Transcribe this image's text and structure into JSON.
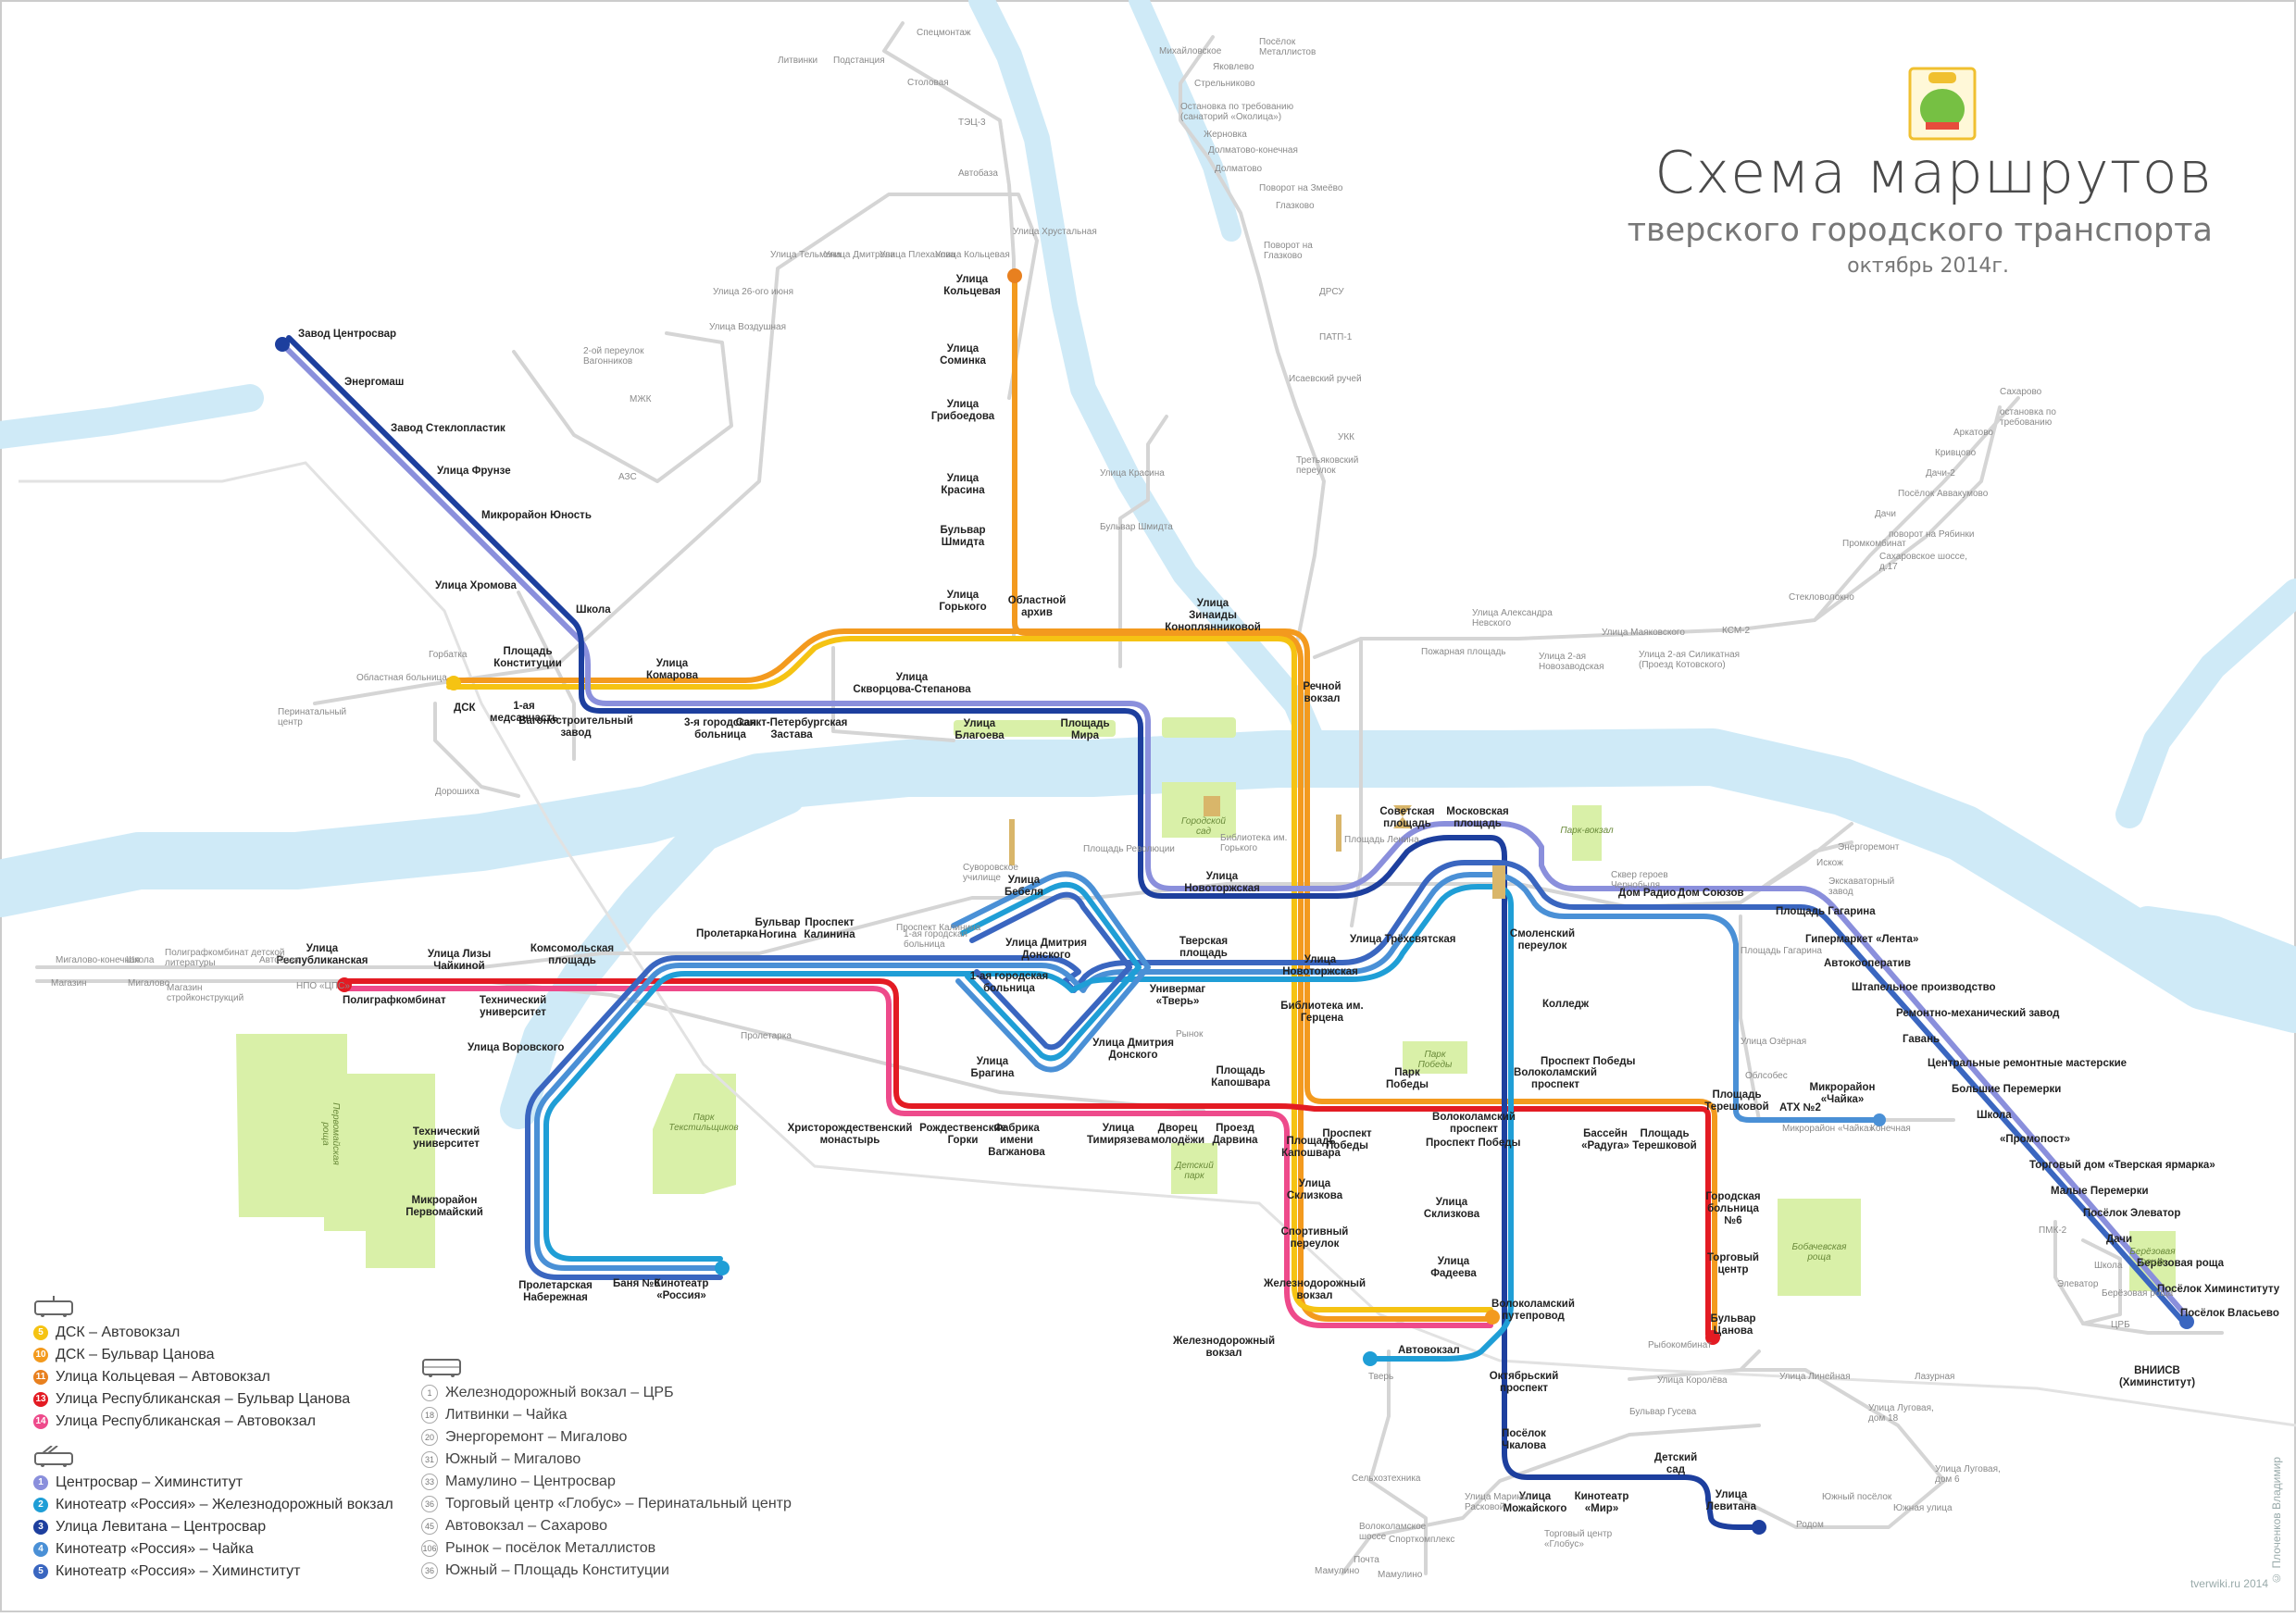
{
  "title": {
    "main": "Схема маршрутов",
    "sub": "тверского городского транспорта",
    "date": "октябрь 2014г."
  },
  "credit": "tverwiki.ru 2014",
  "credit_author": "© Плоченков Владимир",
  "colors": {
    "water": "#cfeaf7",
    "park": "#d9f0a8",
    "road": "#dddddd",
    "tram5": "#f5c313",
    "tram10": "#f39a1e",
    "tram11": "#e8801f",
    "tram13": "#e31b23",
    "tram14": "#ee4a8b",
    "tb1": "#8a8fdc",
    "tb2": "#1f9ed6",
    "tb3": "#1d3f9e",
    "tb4": "#4a90d6",
    "tb5": "#3a66c0"
  },
  "legend": {
    "tram": [
      {
        "num": "5",
        "color": "#f5c313",
        "label": "ДСК – Автовокзал"
      },
      {
        "num": "10",
        "color": "#f39a1e",
        "label": "ДСК – Бульвар Цанова"
      },
      {
        "num": "11",
        "color": "#e8801f",
        "label": "Улица Кольцевая – Автовокзал"
      },
      {
        "num": "13",
        "color": "#e31b23",
        "label": "Улица Республиканская – Бульвар Цанова"
      },
      {
        "num": "14",
        "color": "#ee4a8b",
        "label": "Улица Республиканская – Автовокзал"
      }
    ],
    "trolleybus": [
      {
        "num": "1",
        "color": "#8a8fdc",
        "label": "Центросвар – Химинститут"
      },
      {
        "num": "2",
        "color": "#1f9ed6",
        "label": "Кинотеатр «Россия» – Железнодорожный вокзал"
      },
      {
        "num": "3",
        "color": "#1d3f9e",
        "label": "Улица Левитана – Центросвар"
      },
      {
        "num": "4",
        "color": "#4a90d6",
        "label": "Кинотеатр «Россия» – Чайка"
      },
      {
        "num": "5",
        "color": "#3a66c0",
        "label": "Кинотеатр «Россия» – Химинститут"
      }
    ],
    "bus": [
      {
        "num": "1",
        "label": "Железнодорожный вокзал – ЦРБ"
      },
      {
        "num": "18",
        "label": "Литвинки – Чайка"
      },
      {
        "num": "20",
        "label": "Энергоремонт – Мигалово"
      },
      {
        "num": "31",
        "label": "Южный – Мигалово"
      },
      {
        "num": "33",
        "label": "Мамулино – Центросвар"
      },
      {
        "num": "36",
        "label": "Торговый центр «Глобус» – Перинатальный центр"
      },
      {
        "num": "45",
        "label": "Автовокзал – Сахарово"
      },
      {
        "num": "106",
        "label": "Рынок – посёлок Металлистов"
      },
      {
        "num": "36",
        "label": "Южный – Площадь Конституции"
      }
    ]
  },
  "stations": [
    {
      "id": "s1",
      "label": "Завод Центросвар"
    },
    {
      "id": "s2",
      "label": "Энергомаш"
    },
    {
      "id": "s3",
      "label": "Завод Стеклопластик"
    },
    {
      "id": "s4",
      "label": "Улица Фрунзе"
    },
    {
      "id": "s5",
      "label": "Микрорайон Юность"
    },
    {
      "id": "s6",
      "label": "Улица Хромова"
    },
    {
      "id": "s7",
      "label": "Школа"
    },
    {
      "id": "s8",
      "label": "Площадь Конституции"
    },
    {
      "id": "s9",
      "label": "ДСК"
    },
    {
      "id": "s10",
      "label": "1-ая медсанчасть"
    },
    {
      "id": "s11",
      "label": "Вагоностроительный завод"
    },
    {
      "id": "s12",
      "label": "Улица Комарова"
    },
    {
      "id": "s13",
      "label": "3-я городская больница"
    },
    {
      "id": "s14",
      "label": "Санкт-Петербургская Застава"
    },
    {
      "id": "s15",
      "label": "Улица Скворцова-Степанова"
    },
    {
      "id": "s16",
      "label": "Улица Благоева"
    },
    {
      "id": "s17",
      "label": "Площадь Мира"
    },
    {
      "id": "s18",
      "label": "Областной архив"
    },
    {
      "id": "s19",
      "label": "Улица Горького"
    },
    {
      "id": "s20",
      "label": "Бульвар Шмидта"
    },
    {
      "id": "s21",
      "label": "Улица Красина"
    },
    {
      "id": "s22",
      "label": "Улица Грибоедова"
    },
    {
      "id": "s23",
      "label": "Улица Соминка"
    },
    {
      "id": "s24",
      "label": "Улица Кольцевая"
    },
    {
      "id": "s25",
      "label": "Улица Зинаиды Коноплянниковой"
    },
    {
      "id": "s26",
      "label": "Речной вокзал"
    },
    {
      "id": "s27",
      "label": "Советская площадь"
    },
    {
      "id": "s28",
      "label": "Московская площадь"
    },
    {
      "id": "s29",
      "label": "Дом Радио"
    },
    {
      "id": "s30",
      "label": "Дом Союзов"
    },
    {
      "id": "s31",
      "label": "Площадь Гагарина"
    },
    {
      "id": "s32",
      "label": "Гипермаркет «Лента»"
    },
    {
      "id": "s33",
      "label": "Автокооператив"
    },
    {
      "id": "s34",
      "label": "Штапельное производство"
    },
    {
      "id": "s35",
      "label": "Ремонтно-механический завод"
    },
    {
      "id": "s36",
      "label": "Гавань"
    },
    {
      "id": "s37",
      "label": "Центральные ремонтные мастерские"
    },
    {
      "id": "s38",
      "label": "Большие Перемерки"
    },
    {
      "id": "s39",
      "label": "Школа"
    },
    {
      "id": "s40",
      "label": "«Промопост»"
    },
    {
      "id": "s41",
      "label": "Торговый дом «Тверская ярмарка»"
    },
    {
      "id": "s42",
      "label": "Малые Перемерки"
    },
    {
      "id": "s43",
      "label": "Посёлок Элеватор"
    },
    {
      "id": "s44",
      "label": "Дачи"
    },
    {
      "id": "s45",
      "label": "Берёзовая роща"
    },
    {
      "id": "s46",
      "label": "Посёлок Химинституту"
    },
    {
      "id": "s47",
      "label": "Посёлок Власьево"
    },
    {
      "id": "s48",
      "label": "ВНИИСВ (Химинститут)"
    },
    {
      "id": "s49",
      "label": "Улица Республиканская"
    },
    {
      "id": "s50",
      "label": "Полиграфкомбинат"
    },
    {
      "id": "s51",
      "label": "Улица Лизы Чайкиной"
    },
    {
      "id": "s52",
      "label": "Технический университет"
    },
    {
      "id": "s53",
      "label": "Комсомольская площадь"
    },
    {
      "id": "s54",
      "label": "Пролетарка"
    },
    {
      "id": "s55",
      "label": "Бульвар Ногина"
    },
    {
      "id": "s56",
      "label": "Проспект Калинина"
    },
    {
      "id": "s57",
      "label": "Улица Воровского"
    },
    {
      "id": "s58",
      "label": "Технический университет"
    },
    {
      "id": "s59",
      "label": "Микрорайон Первомайский"
    },
    {
      "id": "s60",
      "label": "Пролетарская Набережная"
    },
    {
      "id": "s61",
      "label": "Баня №6"
    },
    {
      "id": "s62",
      "label": "Кинотеатр «Россия»"
    },
    {
      "id": "s63",
      "label": "Улица Бебеля"
    },
    {
      "id": "s64",
      "label": "Улица Дмитрия Донского"
    },
    {
      "id": "s65",
      "label": "1-ая городская больница"
    },
    {
      "id": "s66",
      "label": "Улица Брагина"
    },
    {
      "id": "s67",
      "label": "Универмаг «Тверь»"
    },
    {
      "id": "s68",
      "label": "Улица Дмитрия Донского"
    },
    {
      "id": "s69",
      "label": "Тверская площадь"
    },
    {
      "id": "s70",
      "label": "Улица Новоторжская"
    },
    {
      "id": "s71",
      "label": "Улица Трёхсвятская"
    },
    {
      "id": "s72",
      "label": "Улица Новоторжская"
    },
    {
      "id": "s73",
      "label": "Библиотека им. Герцена"
    },
    {
      "id": "s74",
      "label": "Площадь Капошвара"
    },
    {
      "id": "s75",
      "label": "Парк Победы"
    },
    {
      "id": "s76",
      "label": "Христорождественский монастырь"
    },
    {
      "id": "s77",
      "label": "Рождественские Горки"
    },
    {
      "id": "s78",
      "label": "Фабрика имени Вагжанова"
    },
    {
      "id": "s79",
      "label": "Улица Тимирязева"
    },
    {
      "id": "s80",
      "label": "Дворец молодёжи"
    },
    {
      "id": "s81",
      "label": "Проезд Дарвина"
    },
    {
      "id": "s82",
      "label": "Площадь Капошвара"
    },
    {
      "id": "s83",
      "label": "Проспект Победы"
    },
    {
      "id": "s84",
      "label": "Волоколамский проспект"
    },
    {
      "id": "s85",
      "label": "Проспект Победы"
    },
    {
      "id": "s86",
      "label": "Бассейн «Радуга»"
    },
    {
      "id": "s87",
      "label": "Площадь Терешковой"
    },
    {
      "id": "s88",
      "label": "Смоленский переулок"
    },
    {
      "id": "s89",
      "label": "Колледж"
    },
    {
      "id": "s90",
      "label": "Проспект Победы"
    },
    {
      "id": "s91",
      "label": "Волоколамский проспект"
    },
    {
      "id": "s92",
      "label": "Улица Склизкова"
    },
    {
      "id": "s93",
      "label": "Спортивный переулок"
    },
    {
      "id": "s94",
      "label": "Железнодорожный вокзал"
    },
    {
      "id": "s95",
      "label": "Железнодорожный вокзал"
    },
    {
      "id": "s96",
      "label": "Автовокзал"
    },
    {
      "id": "s97",
      "label": "Улица Склизкова"
    },
    {
      "id": "s98",
      "label": "Улица Фадеева"
    },
    {
      "id": "s99",
      "label": "Волоколамский путепровод"
    },
    {
      "id": "s100",
      "label": "Октябрьский проспект"
    },
    {
      "id": "s101",
      "label": "Посёлок Чкалова"
    },
    {
      "id": "s102",
      "label": "Улица Можайского"
    },
    {
      "id": "s103",
      "label": "Кинотеатр «Мир»"
    },
    {
      "id": "s104",
      "label": "Детский сад"
    },
    {
      "id": "s105",
      "label": "Улица Левитана"
    },
    {
      "id": "s106",
      "label": "Городская больница №6"
    },
    {
      "id": "s107",
      "label": "Торговый центр"
    },
    {
      "id": "s108",
      "label": "Бульвар Цанова"
    },
    {
      "id": "s109",
      "label": "Площадь Терешковой"
    },
    {
      "id": "s110",
      "label": "АТХ №2"
    },
    {
      "id": "s111",
      "label": "Микрорайон «Чайка»"
    }
  ],
  "minor_labels": [
    {
      "id": "m1",
      "label": "Литвинки"
    },
    {
      "id": "m2",
      "label": "Подстанция"
    },
    {
      "id": "m3",
      "label": "Столовая"
    },
    {
      "id": "m4",
      "label": "Спецмонтаж"
    },
    {
      "id": "m5",
      "label": "ТЭЦ-3"
    },
    {
      "id": "m6",
      "label": "Автобаза"
    },
    {
      "id": "m7",
      "label": "Улица Хрустальная"
    },
    {
      "id": "m8",
      "label": "Улица Тельмана"
    },
    {
      "id": "m9",
      "label": "Улица Дмитрова"
    },
    {
      "id": "m10",
      "label": "Улица Плеханова"
    },
    {
      "id": "m11",
      "label": "Улица Кольцевая"
    },
    {
      "id": "m12",
      "label": "Улица 26-ого июня"
    },
    {
      "id": "m13",
      "label": "Улица Воздушная"
    },
    {
      "id": "m14",
      "label": "2-ой переулок Вагонников"
    },
    {
      "id": "m15",
      "label": "МЖК"
    },
    {
      "id": "m16",
      "label": "АЗС"
    },
    {
      "id": "m17",
      "label": "Горбатка"
    },
    {
      "id": "m18",
      "label": "Областная больница"
    },
    {
      "id": "m19",
      "label": "Перинатальный центр"
    },
    {
      "id": "m20",
      "label": "Дорошиха"
    },
    {
      "id": "m21",
      "label": "Михайловское"
    },
    {
      "id": "m22",
      "label": "Посёлок Металлистов"
    },
    {
      "id": "m23",
      "label": "Яковлево"
    },
    {
      "id": "m24",
      "label": "Стрельниково"
    },
    {
      "id": "m25",
      "label": "Остановка по требованию (санаторий «Околица»)"
    },
    {
      "id": "m26",
      "label": "Жерновка"
    },
    {
      "id": "m27",
      "label": "Долматово-конечная"
    },
    {
      "id": "m28",
      "label": "Долматово"
    },
    {
      "id": "m29",
      "label": "Поворот на Змеёво"
    },
    {
      "id": "m30",
      "label": "Глазково"
    },
    {
      "id": "m31",
      "label": "Поворот на Глазково"
    },
    {
      "id": "m32",
      "label": "ДРСУ"
    },
    {
      "id": "m33",
      "label": "ПАТП-1"
    },
    {
      "id": "m34",
      "label": "Исаевский ручей"
    },
    {
      "id": "m35",
      "label": "УКК"
    },
    {
      "id": "m36",
      "label": "Третьяковский переулок"
    },
    {
      "id": "m37",
      "label": "Улица Красина"
    },
    {
      "id": "m38",
      "label": "Бульвар Шмидта"
    },
    {
      "id": "m39",
      "label": "Пожарная площадь"
    },
    {
      "id": "m40",
      "label": "Улица Александра Невского"
    },
    {
      "id": "m41",
      "label": "Улица 2-ая Новозаводская"
    },
    {
      "id": "m42",
      "label": "Улица Маяковского"
    },
    {
      "id": "m43",
      "label": "Улица 2-ая Силикатная (Проезд Котовского)"
    },
    {
      "id": "m44",
      "label": "КСМ-2"
    },
    {
      "id": "m45",
      "label": "Стекловолокно"
    },
    {
      "id": "m46",
      "label": "Промкомбинат"
    },
    {
      "id": "m47",
      "label": "Сахаровское шоссе, д.17"
    },
    {
      "id": "m48",
      "label": "поворот на Рябинки"
    },
    {
      "id": "m49",
      "label": "Дачи"
    },
    {
      "id": "m50",
      "label": "Посёлок Аввакумово"
    },
    {
      "id": "m51",
      "label": "Дачи-2"
    },
    {
      "id": "m52",
      "label": "Кривцово"
    },
    {
      "id": "m53",
      "label": "Аркатово"
    },
    {
      "id": "m54",
      "label": "остановка по требованию"
    },
    {
      "id": "m55",
      "label": "Сахарово"
    },
    {
      "id": "m56",
      "label": "Энергоремонт"
    },
    {
      "id": "m57",
      "label": "Искож"
    },
    {
      "id": "m58",
      "label": "Экскаваторный завод"
    },
    {
      "id": "m59",
      "label": "Мигалово-конечная"
    },
    {
      "id": "m60",
      "label": "Школа"
    },
    {
      "id": "m61",
      "label": "Полиграфкомбинат детской литературы"
    },
    {
      "id": "m62",
      "label": "Автобаза"
    },
    {
      "id": "m63",
      "label": "НПО «ЦПС»"
    },
    {
      "id": "m64",
      "label": "Магазин"
    },
    {
      "id": "m65",
      "label": "Мигалово"
    },
    {
      "id": "m66",
      "label": "Магазин стройконструкций"
    },
    {
      "id": "m67",
      "label": "Суворовское училище"
    },
    {
      "id": "m68",
      "label": "1-ая городская больница"
    },
    {
      "id": "m69",
      "label": "Проспект Калинина"
    },
    {
      "id": "m70",
      "label": "Площадь Революции"
    },
    {
      "id": "m71",
      "label": "Библиотека им. Горького"
    },
    {
      "id": "m72",
      "label": "Площадь Ленина"
    },
    {
      "id": "m73",
      "label": "Рынок"
    },
    {
      "id": "m74",
      "label": "Пролетарка"
    },
    {
      "id": "m75",
      "label": "Площадь Гагарина"
    },
    {
      "id": "m76",
      "label": "Улица Озёрная"
    },
    {
      "id": "m77",
      "label": "Облсобес"
    },
    {
      "id": "m78",
      "label": "Микрорайон «Чайка»"
    },
    {
      "id": "m79",
      "label": "Конечная"
    },
    {
      "id": "m80",
      "label": "Сквер героев Чернобыля"
    },
    {
      "id": "m81",
      "label": "Рыбокомбинат"
    },
    {
      "id": "m82",
      "label": "Тверь"
    },
    {
      "id": "m83",
      "label": "Улица Королёва"
    },
    {
      "id": "m84",
      "label": "Бульвар Гусева"
    },
    {
      "id": "m85",
      "label": "Улица Линейная"
    },
    {
      "id": "m86",
      "label": "Улица Луговая, дом 18"
    },
    {
      "id": "m87",
      "label": "Улица Луговая, дом 6"
    },
    {
      "id": "m88",
      "label": "Южный посёлок"
    },
    {
      "id": "m89",
      "label": "Южная улица"
    },
    {
      "id": "m90",
      "label": "Родом"
    },
    {
      "id": "m91",
      "label": "Сельхозтехника"
    },
    {
      "id": "m92",
      "label": "Улица Марины Расковой"
    },
    {
      "id": "m93",
      "label": "Волоколамское шоссе"
    },
    {
      "id": "m94",
      "label": "Спорткомплекс"
    },
    {
      "id": "m95",
      "label": "Почта"
    },
    {
      "id": "m96",
      "label": "Мамулино"
    },
    {
      "id": "m97",
      "label": "Мамулино"
    },
    {
      "id": "m98",
      "label": "Торговый центр «Глобус»"
    },
    {
      "id": "m99",
      "label": "Лазурная"
    },
    {
      "id": "m100",
      "label": "ПМК-2"
    },
    {
      "id": "m101",
      "label": "Элеватор"
    },
    {
      "id": "m102",
      "label": "Школа"
    },
    {
      "id": "m103",
      "label": "Берёзовая роща"
    },
    {
      "id": "m104",
      "label": "ЦРБ"
    }
  ],
  "parks": [
    {
      "id": "p1",
      "label": "Первомайская роща"
    },
    {
      "id": "p2",
      "label": "Парк Текстильщиков"
    },
    {
      "id": "p3",
      "label": "Городской сад"
    },
    {
      "id": "p4",
      "label": "Парк Победы"
    },
    {
      "id": "p5",
      "label": "Детский парк"
    },
    {
      "id": "p6",
      "label": "Парк-вокзал"
    },
    {
      "id": "p7",
      "label": "Бобачевская роща"
    },
    {
      "id": "p8",
      "label": "Берёзовая роща"
    }
  ]
}
